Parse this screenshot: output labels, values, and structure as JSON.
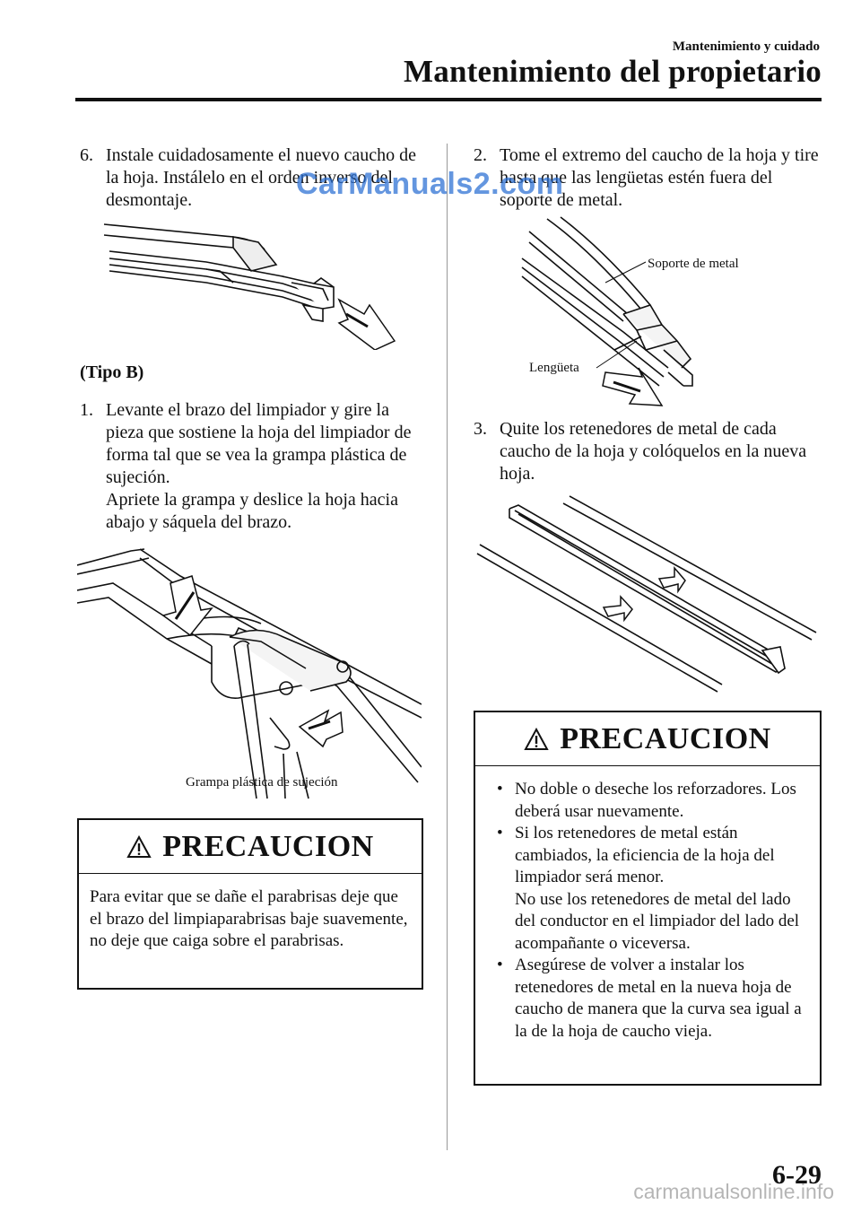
{
  "header": {
    "section": "Mantenimiento y cuidado",
    "title": "Mantenimiento del propietario"
  },
  "left": {
    "step6_num": "6.",
    "step6_text": "Instale cuidadosamente el nuevo caucho de la hoja. Instálelo en el orden inverso del desmontaje.",
    "tipo_b": "(Tipo B)",
    "step1_num": "1.",
    "step1_text": "Levante el brazo del limpiador y gire la pieza que sostiene la hoja del limpiador de forma tal que se vea la grampa plástica de sujeción.",
    "step1_text2": "Apriete la grampa y deslice la hoja hacia abajo y sáquela del brazo.",
    "callout_grampa": "Grampa plástica de sujeción",
    "caution1": {
      "title": "PRECAUCION",
      "text": "Para evitar que se dañe el parabrisas deje que el brazo del limpiaparabrisas baje suavemente, no deje que caiga sobre el parabrisas."
    }
  },
  "right": {
    "step2_num": "2.",
    "step2_text": "Tome el extremo del caucho de la hoja y tire hasta que las lengüetas estén fuera del soporte de metal.",
    "callout_soporte": "Soporte de metal",
    "callout_lengueta": "Lengüeta",
    "step3_num": "3.",
    "step3_text": "Quite los retenedores de metal de cada caucho de la hoja y colóquelos en la nueva hoja.",
    "caution2": {
      "title": "PRECAUCION",
      "bullet": "•",
      "item1": "No doble o deseche los reforzadores. Los deberá usar nuevamente.",
      "item2a": "Si los retenedores de metal están cambiados, la eficiencia de la hoja del limpiador será menor.",
      "item2b": "No use los retenedores de metal del lado del conductor en el limpiador del lado del acompañante o viceversa.",
      "item3": "Asegúrese de volver a instalar los retenedores de metal en la nueva hoja de caucho de manera que la curva sea igual a la de la hoja de caucho vieja."
    }
  },
  "watermark": "CarManuals2.com",
  "watermark_footer": "carmanualsonline.info",
  "page_number": "6-29"
}
